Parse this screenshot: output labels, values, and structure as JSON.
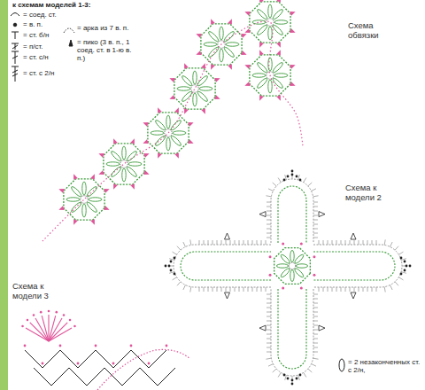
{
  "diagram": {
    "labels": [
      "к схемам моделей 1-3:",
      "Схема обвязки",
      "Схема к модели 2",
      "Схема к модели 3"
    ],
    "legend": [
      {
        "text": "= соед. ст."
      },
      {
        "text": "= в. п."
      },
      {
        "text": "= ст. б/н"
      },
      {
        "text": "= п/ст."
      },
      {
        "text": "= ст. с/н"
      },
      {
        "text": "= ст. с 2/н"
      },
      {
        "text": "= арка из 7 в. п."
      },
      {
        "text": "= пико (3 в. п., 1 соед. ст. в 1-ю в. п.)"
      },
      {
        "text": "= 2 незаконченных ст. с 2/н,"
      }
    ]
  }
}
